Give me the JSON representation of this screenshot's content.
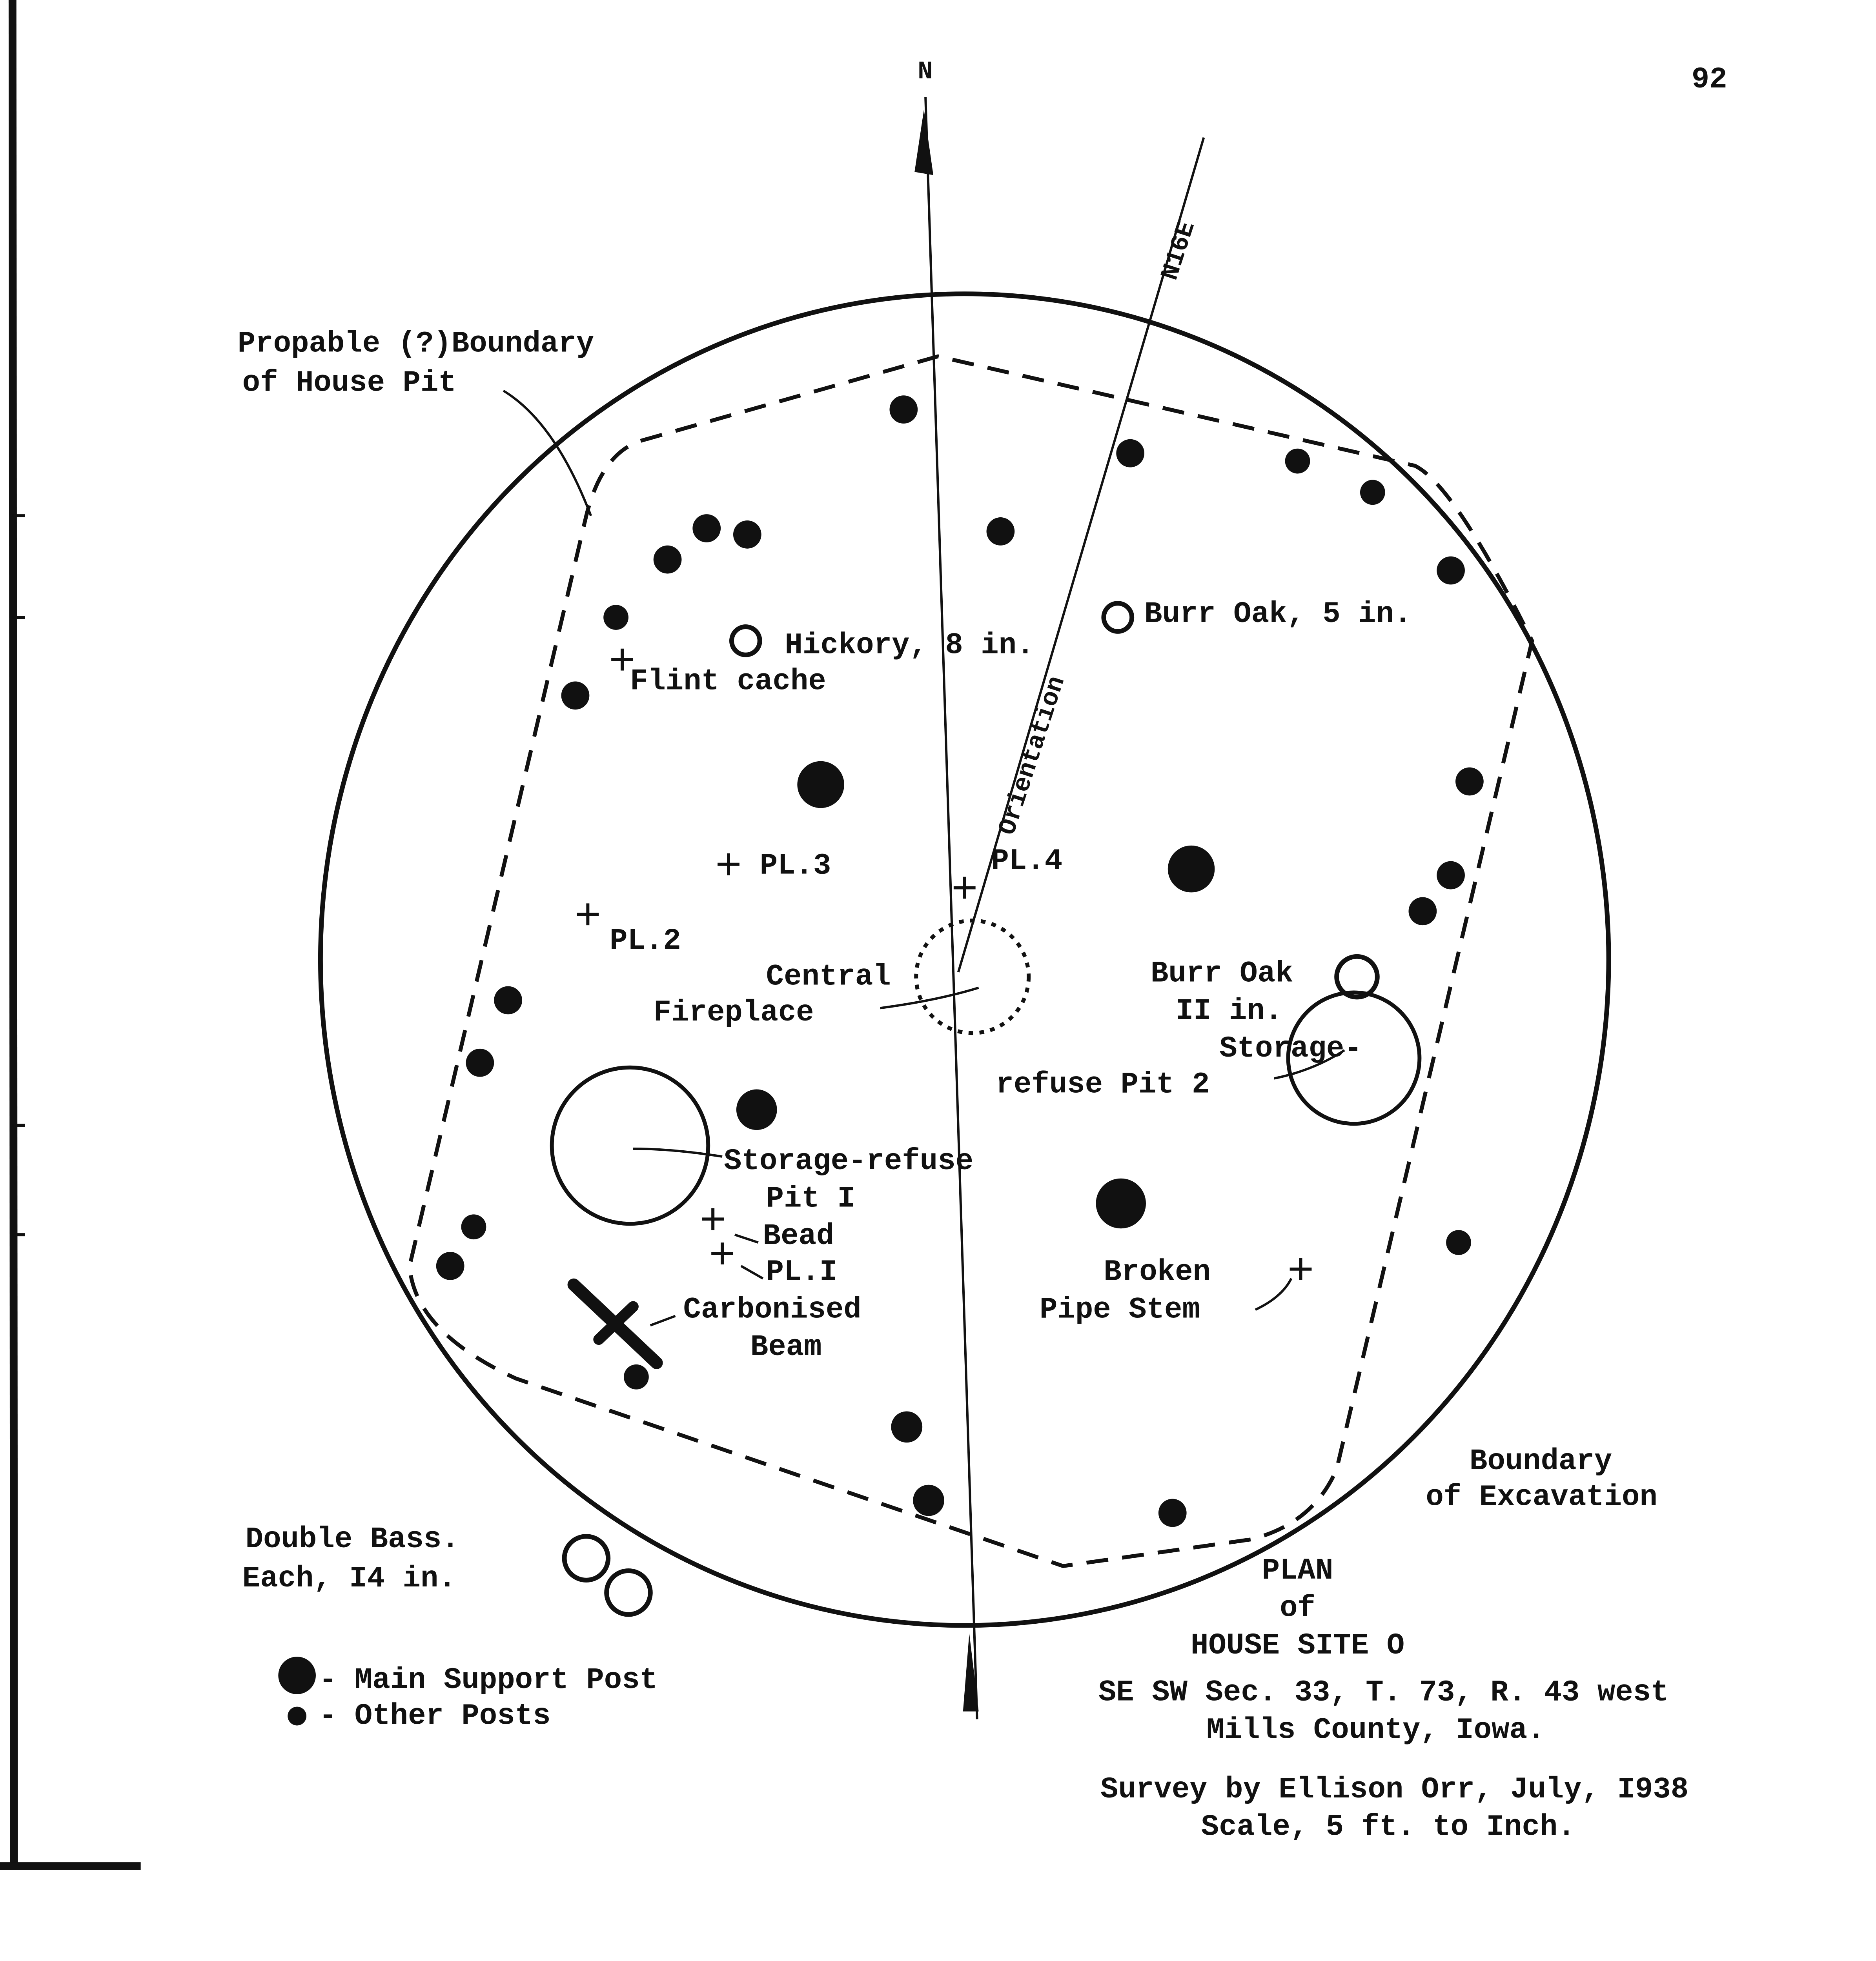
{
  "page_number": "92",
  "compass": {
    "north": "N",
    "bearing": "N16E",
    "orientation": "Orientation"
  },
  "labels": {
    "pit_boundary_1": "Propable (?)Boundary",
    "pit_boundary_2": "of House Pit",
    "hickory": "Hickory, 8 in.",
    "flint_cache": "Flint cache",
    "burr_oak_5": "Burr Oak, 5 in.",
    "pl3": "PL.3",
    "pl4": "PL.4",
    "pl2": "PL.2",
    "central": "Central",
    "fireplace": "Fireplace",
    "burr_oak_11_a": "Burr Oak",
    "burr_oak_11_b": "II in.",
    "pit2_a": "Storage-",
    "pit2_b": "refuse Pit 2",
    "pit1_a": "Storage-refuse",
    "pit1_b": "Pit I",
    "bead": "Bead",
    "pl1": "PL.I",
    "carbonised": "Carbonised",
    "beam": "Beam",
    "broken": "Broken",
    "pipe_stem": "Pipe Stem",
    "excavation_1": "Boundary",
    "excavation_2": "of Excavation",
    "double_bass_1": "Double Bass.",
    "double_bass_2": "Each, I4 in."
  },
  "legend": {
    "main_post": "- Main Support Post",
    "other_posts": "- Other Posts"
  },
  "title_block": {
    "line1": "PLAN",
    "line2": "of",
    "line3": "HOUSE SITE O",
    "line4": "SE SW Sec. 33, T. 73, R. 43 west",
    "line5": "Mills County, Iowa.",
    "line6": "Survey by Ellison Orr, July, I938",
    "line7": "Scale, 5 ft. to Inch."
  }
}
